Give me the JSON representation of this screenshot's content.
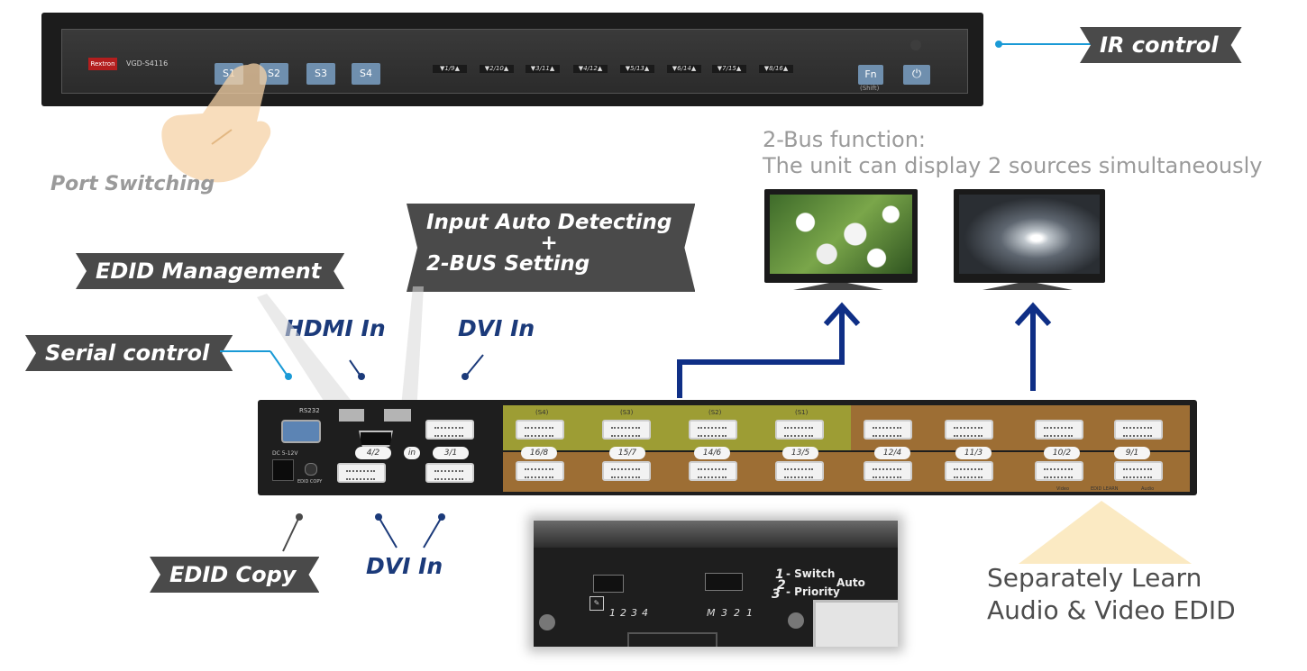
{
  "front_panel": {
    "brand": "Rextron",
    "model": "VGD-S4116",
    "buttons": [
      "S1",
      "S2",
      "S3",
      "S4"
    ],
    "channel_buttons": [
      "▼1/9▲",
      "▼2/10▲",
      "▼3/11▲",
      "▼4/12▲",
      "▼5/13▲",
      "▼6/14▲",
      "▼7/15▲",
      "▼8/16▲"
    ],
    "fn_label": "Fn",
    "fn_sublabel": "(Shift)",
    "power_symbol": "⏻"
  },
  "labels": {
    "ir_control": "IR control",
    "port_switching": "Port Switching",
    "input_auto_detecting_line1": "Input Auto Detecting",
    "input_auto_detecting_plus": "+",
    "input_auto_detecting_line2": "2-BUS Setting",
    "edid_management": "EDID Management",
    "serial_control": "Serial control",
    "hdmi_in": "HDMI In",
    "dvi_in_top": "DVI In",
    "dvi_in_bottom": "DVI In",
    "edid_copy": "EDID Copy",
    "bus_function_line1": "2-Bus function:",
    "bus_function_line2": "The unit can display 2 sources simultaneously",
    "separately_learn_line1": "Separately Learn",
    "separately_learn_line2": "Audio & Video EDID"
  },
  "rear_panel": {
    "rs232": "RS232",
    "dc_label": "DC 5-12V",
    "edid_copy_small": "EDID COPY",
    "port_pills_left": [
      "4/2",
      "in",
      "3/1"
    ],
    "bus_output_labels": [
      "(S4)",
      "(S3)",
      "(S2)",
      "(S1)"
    ],
    "port_pills_middle": [
      "16/8",
      "15/7",
      "14/6",
      "13/5"
    ],
    "port_pills_right": [
      "12/4",
      "11/3",
      "10/2",
      "9/1"
    ],
    "learn_labels": [
      "Video",
      "EDID LEARN",
      "Audio"
    ]
  },
  "detail_inset": {
    "dip_numbers_left": [
      "1",
      "2",
      "3",
      "4"
    ],
    "dip_numbers_right": [
      "M",
      "3",
      "2",
      "1"
    ],
    "switch_line1_num": "1",
    "switch_line1_text": "- Switch",
    "switch_line2_num": "2",
    "switch_line2_text": "- Priority",
    "switch_line3_num": "3",
    "auto_text": "Auto"
  },
  "colors": {
    "tag_bg": "#4a4a4a",
    "accent_blue": "#1b3a7a",
    "connector_blue": "#1a9ad6",
    "yellow_highlight": "#c8c83c",
    "orange_highlight": "#c8893c"
  }
}
